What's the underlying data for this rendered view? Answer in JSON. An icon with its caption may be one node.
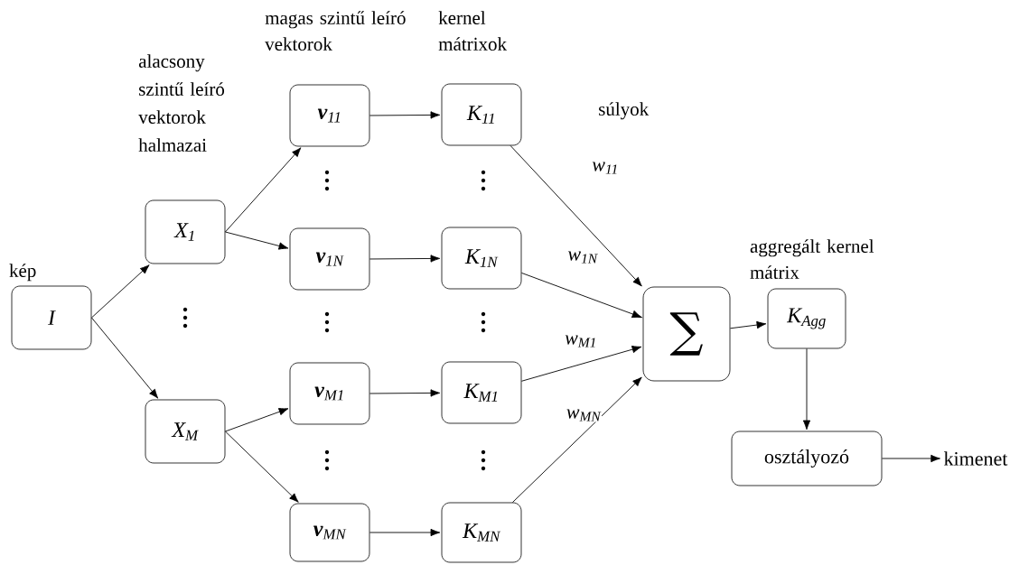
{
  "diagram": {
    "nodes": [
      {
        "text": [
          "I"
        ],
        "beside": [
          "kép"
        ]
      },
      {
        "text": [
          "X$_{1}$"
        ]
      },
      {
        "text": [
          "X$_{M}$"
        ]
      },
      {
        "text": [
          "**v**$_{11}$"
        ]
      },
      {
        "text": [
          "**v**$_{1N}$"
        ]
      },
      {
        "text": [
          "**v**$_{M1}$"
        ]
      },
      {
        "text": [
          "**v**$_{MN}$"
        ]
      },
      {
        "text": [
          "K$_{11}$"
        ]
      },
      {
        "text": [
          "K$_{1N}$"
        ]
      },
      {
        "text": [
          "K$_{M1}$"
        ]
      },
      {
        "text": [
          "K$_{MN}$"
        ]
      },
      {
        "text": [
          "∑"
        ]
      },
      {
        "text": [
          "K$_{Agg}$"
        ],
        "beside": [
          "aggregált kernel mátrix"
        ]
      },
      {
        "text": [
          "osztályozó"
        ]
      },
      {
        "text": [
          "kimenet"
        ]
      }
    ],
    "edges": [
      {
        "from": 0,
        "to": 1,
        "arrow": "to"
      },
      {
        "from": 0,
        "to": 2,
        "arrow": "to"
      },
      {
        "from": 1,
        "to": 3,
        "arrow": "to"
      },
      {
        "from": 1,
        "to": 4,
        "arrow": "to"
      },
      {
        "from": 2,
        "to": 5,
        "arrow": "to"
      },
      {
        "from": 2,
        "to": 6,
        "arrow": "to"
      },
      {
        "from": 3,
        "to": 7,
        "arrow": "to"
      },
      {
        "from": 4,
        "to": 8,
        "arrow": "to"
      },
      {
        "from": 5,
        "to": 9,
        "arrow": "to"
      },
      {
        "from": 6,
        "to": 10,
        "arrow": "to"
      },
      {
        "from": 7,
        "to": 11,
        "arrow": "to",
        "label": "w$_{11}$"
      },
      {
        "from": 8,
        "to": 11,
        "arrow": "to",
        "label": "w$_{1N}$"
      },
      {
        "from": 9,
        "to": 11,
        "arrow": "to",
        "label": "w$_{M1}$"
      },
      {
        "from": 10,
        "to": 11,
        "arrow": "to",
        "label": "w$_{MN}$"
      },
      {
        "from": 11,
        "to": 12,
        "arrow": "to"
      },
      {
        "from": 12,
        "to": 13,
        "arrow": "to"
      },
      {
        "from": 13,
        "to": 14,
        "arrow": "to"
      }
    ],
    "labels": [
      "alacsony szintű leíró vektorok halmazai",
      "magas szintű leíró vektorok",
      "kernel mátrixok",
      "súlyok"
    ]
  }
}
